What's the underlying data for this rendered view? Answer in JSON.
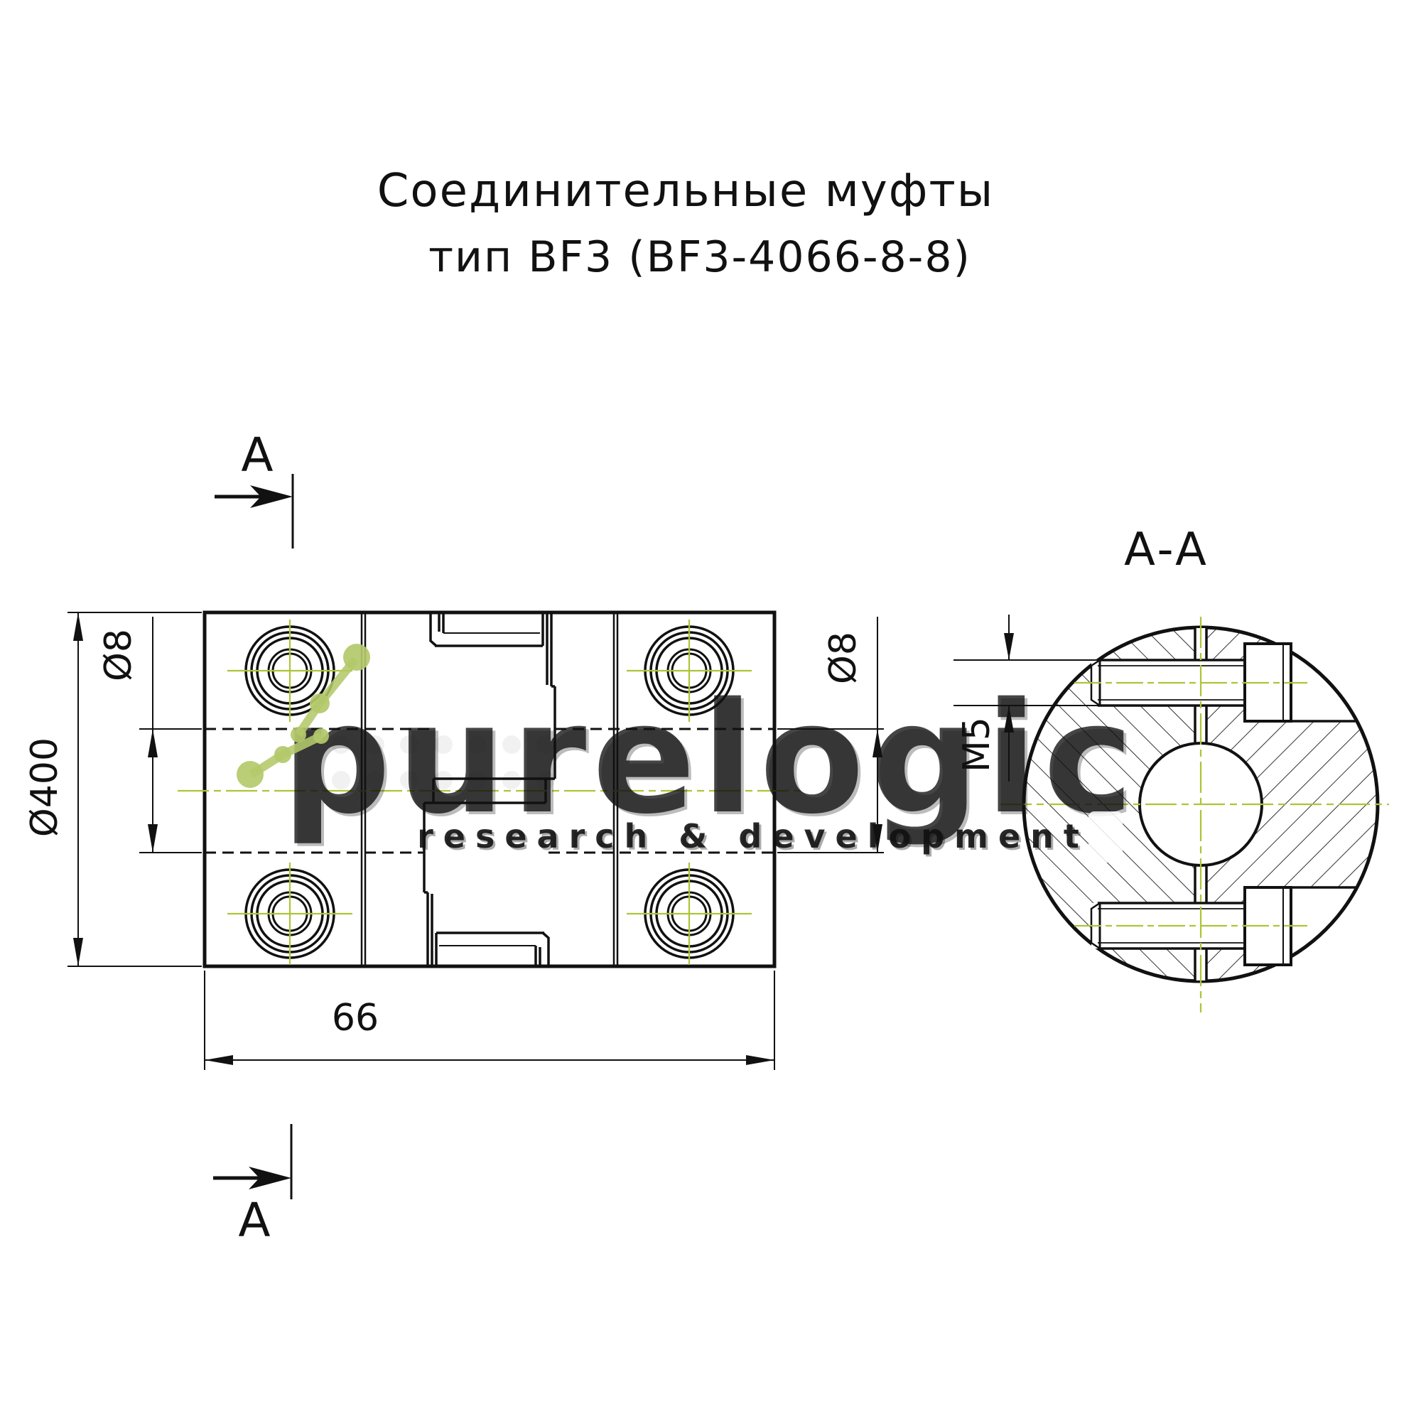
{
  "title": {
    "line1": "Соединительные муфты",
    "line2": "тип BF3 (BF3-4066-8-8)"
  },
  "front_view": {
    "marker_label": "A",
    "dim_outer_diameter": "Ø400",
    "dim_bore_left": "Ø8",
    "dim_bore_right": "Ø8",
    "dim_length": "66"
  },
  "section_view": {
    "label": "A-A",
    "dim_thread": "M5"
  },
  "watermark": {
    "brand": "purelogic",
    "tagline": "research & development"
  },
  "colors": {
    "line": "#111111",
    "centerline_green": "#aec437",
    "logo_green": "#b4c96b",
    "watermark_gray": "#d9d9d9",
    "background": "#ffffff"
  }
}
